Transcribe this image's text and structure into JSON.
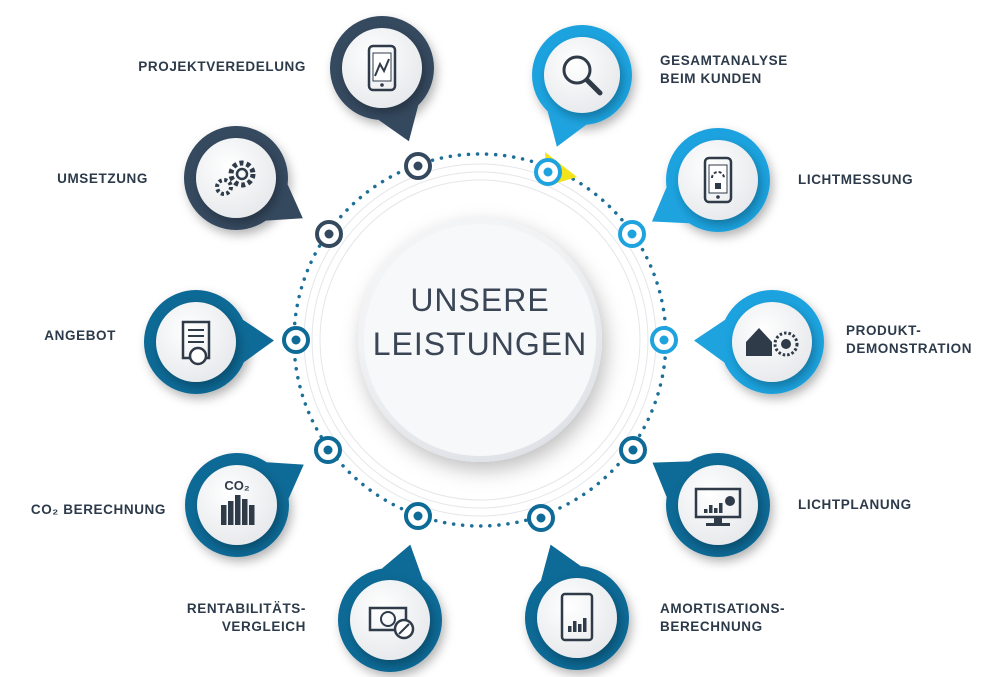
{
  "center": {
    "line1": "UNSERE",
    "line2": "LEISTUNGEN"
  },
  "colors": {
    "dark": "#35495e",
    "mid": "#0e6a96",
    "light": "#1fa3df",
    "ring": "#1b6f99",
    "arrow": "#f2e31b",
    "text": "#2c3a4a"
  },
  "steps": [
    {
      "lines": [
        "PROJEKTVEREDELUNG"
      ],
      "icon": "phone-chart-icon",
      "tone": "dark"
    },
    {
      "lines": [
        "GESAMTANALYSE",
        "BEIM KUNDEN"
      ],
      "icon": "magnifier-icon",
      "tone": "light"
    },
    {
      "lines": [
        "LICHTMESSUNG"
      ],
      "icon": "phone-meter-icon",
      "tone": "light"
    },
    {
      "lines": [
        "PRODUKT-",
        "DEMONSTRATION"
      ],
      "icon": "house-lamp-icon",
      "tone": "light"
    },
    {
      "lines": [
        "LICHTPLANUNG"
      ],
      "icon": "monitor-chart-icon",
      "tone": "mid"
    },
    {
      "lines": [
        "AMORTISATIONS-",
        "BERECHNUNG"
      ],
      "icon": "tablet-chart-icon",
      "tone": "mid"
    },
    {
      "lines": [
        "RENTABILITÄTS-",
        "VERGLEICH"
      ],
      "icon": "money-percent-icon",
      "tone": "mid"
    },
    {
      "lines": [
        "CO₂ BERECHNUNG"
      ],
      "icon": "co2-bars-icon",
      "tone": "mid",
      "badge": "CO₂"
    },
    {
      "lines": [
        "ANGEBOT"
      ],
      "icon": "invoice-euro-icon",
      "tone": "mid"
    },
    {
      "lines": [
        "UMSETZUNG"
      ],
      "icon": "gears-icon",
      "tone": "dark"
    }
  ]
}
